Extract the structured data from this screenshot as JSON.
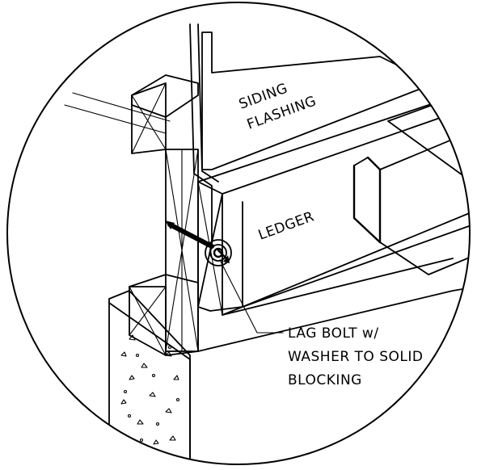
{
  "labels": {
    "siding_flashing_line1": "SIDING",
    "siding_flashing_line2": "FLASHING",
    "ledger": "LEDGER",
    "callout_line1": "LAG BOLT w/",
    "callout_line2": "WASHER TO SOLID",
    "callout_line3": "BLOCKING"
  }
}
